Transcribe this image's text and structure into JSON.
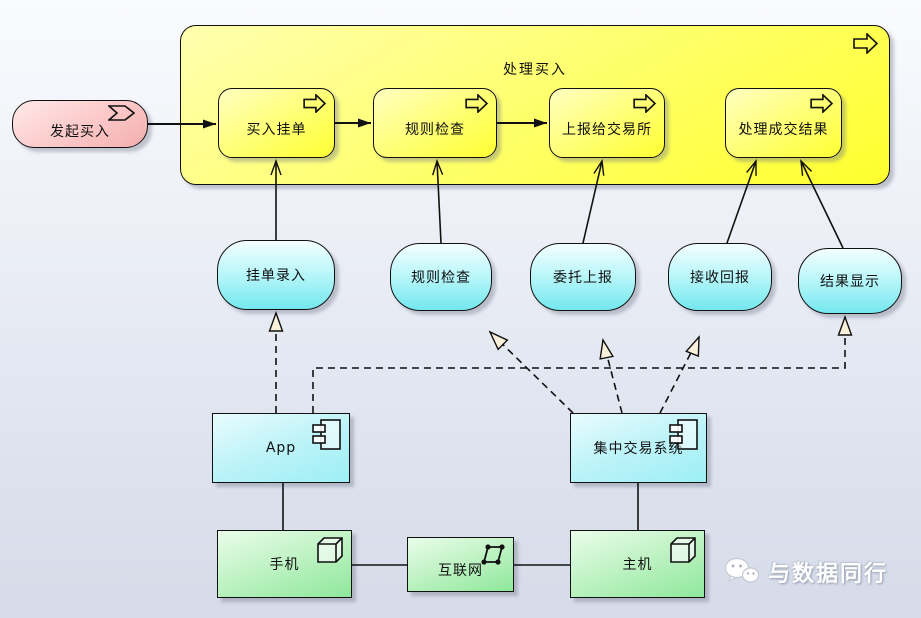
{
  "diagram": {
    "event": {
      "label": "发起买入",
      "icon": "business-event-icon"
    },
    "process_group": {
      "title": "处理买入",
      "icon": "process-arrow-icon"
    },
    "processes": [
      {
        "label": "买入挂单",
        "icon": "process-arrow-icon"
      },
      {
        "label": "规则检查",
        "icon": "process-arrow-icon"
      },
      {
        "label": "上报给交易所",
        "icon": "process-arrow-icon"
      },
      {
        "label": "处理成交结果",
        "icon": "process-arrow-icon"
      }
    ],
    "services": [
      {
        "label": "挂单录入"
      },
      {
        "label": "规则检查"
      },
      {
        "label": "委托上报"
      },
      {
        "label": "接收回报"
      },
      {
        "label": "结果显示"
      }
    ],
    "components": [
      {
        "label": "App",
        "icon": "component-icon"
      },
      {
        "label": "集中交易系统",
        "icon": "component-icon"
      }
    ],
    "nodes": [
      {
        "label": "手机",
        "icon": "node-cube-icon"
      },
      {
        "label": "互联网",
        "icon": "network-icon"
      },
      {
        "label": "主机",
        "icon": "node-cube-icon"
      }
    ],
    "watermark": {
      "text": "与数据同行",
      "icon": "wechat-icon"
    },
    "colors": {
      "background_top": "#fafbfe",
      "background_bottom": "#d6dbe9",
      "event_pink": "#f3aeae",
      "process_yellow": "#ffff33",
      "service_cyan": "#74e8ef",
      "component_cyan": "#9ceff5",
      "node_green": "#8fe89c",
      "realization_triangle": "#fbf0d9",
      "line": "#111111"
    }
  }
}
